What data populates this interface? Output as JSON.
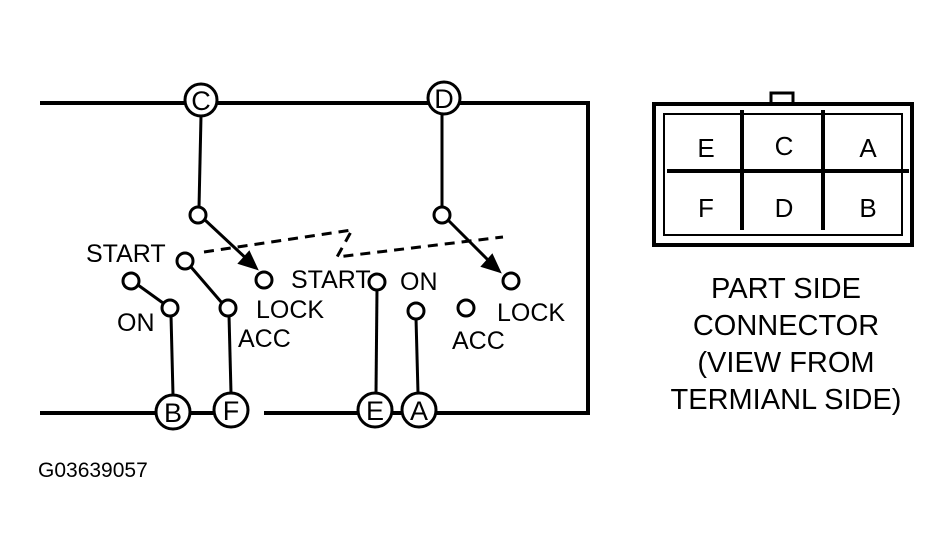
{
  "terminals": {
    "c": "C",
    "d": "D",
    "b": "B",
    "f": "F",
    "e": "E",
    "a": "A"
  },
  "left_switch": {
    "start": "START",
    "on": "ON",
    "acc": "ACC",
    "lock": "LOCK"
  },
  "right_switch": {
    "start": "START",
    "on": "ON",
    "acc": "ACC",
    "lock": "LOCK"
  },
  "connector": {
    "cells": [
      "E",
      "C",
      "A",
      "F",
      "D",
      "B"
    ]
  },
  "caption": {
    "line1": "PART SIDE",
    "line2": "CONNECTOR",
    "line3": "(VIEW FROM",
    "line4": "TERMIANL SIDE)"
  },
  "figure_id": "G03639057"
}
